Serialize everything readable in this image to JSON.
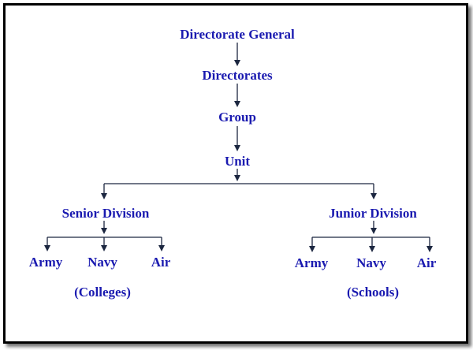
{
  "colors": {
    "text": "#1a1ab0",
    "lines": "#1c2740",
    "frame": "#000000",
    "background": "#ffffff"
  },
  "nodes": {
    "directorate_general": "Directorate General",
    "directorates": "Directorates",
    "group": "Group",
    "unit": "Unit",
    "senior_division": "Senior Division",
    "junior_division": "Junior Division",
    "senior_army": "Army",
    "senior_navy": "Navy",
    "senior_air": "Air",
    "junior_army": "Army",
    "junior_navy": "Navy",
    "junior_air": "Air",
    "colleges": "(Colleges)",
    "schools": "(Schools)"
  },
  "edges": [
    [
      "directorate_general",
      "directorates"
    ],
    [
      "directorates",
      "group"
    ],
    [
      "group",
      "unit"
    ],
    [
      "unit",
      "senior_division"
    ],
    [
      "unit",
      "junior_division"
    ],
    [
      "senior_division",
      "senior_army"
    ],
    [
      "senior_division",
      "senior_navy"
    ],
    [
      "senior_division",
      "senior_air"
    ],
    [
      "junior_division",
      "junior_army"
    ],
    [
      "junior_division",
      "junior_navy"
    ],
    [
      "junior_division",
      "junior_air"
    ]
  ]
}
